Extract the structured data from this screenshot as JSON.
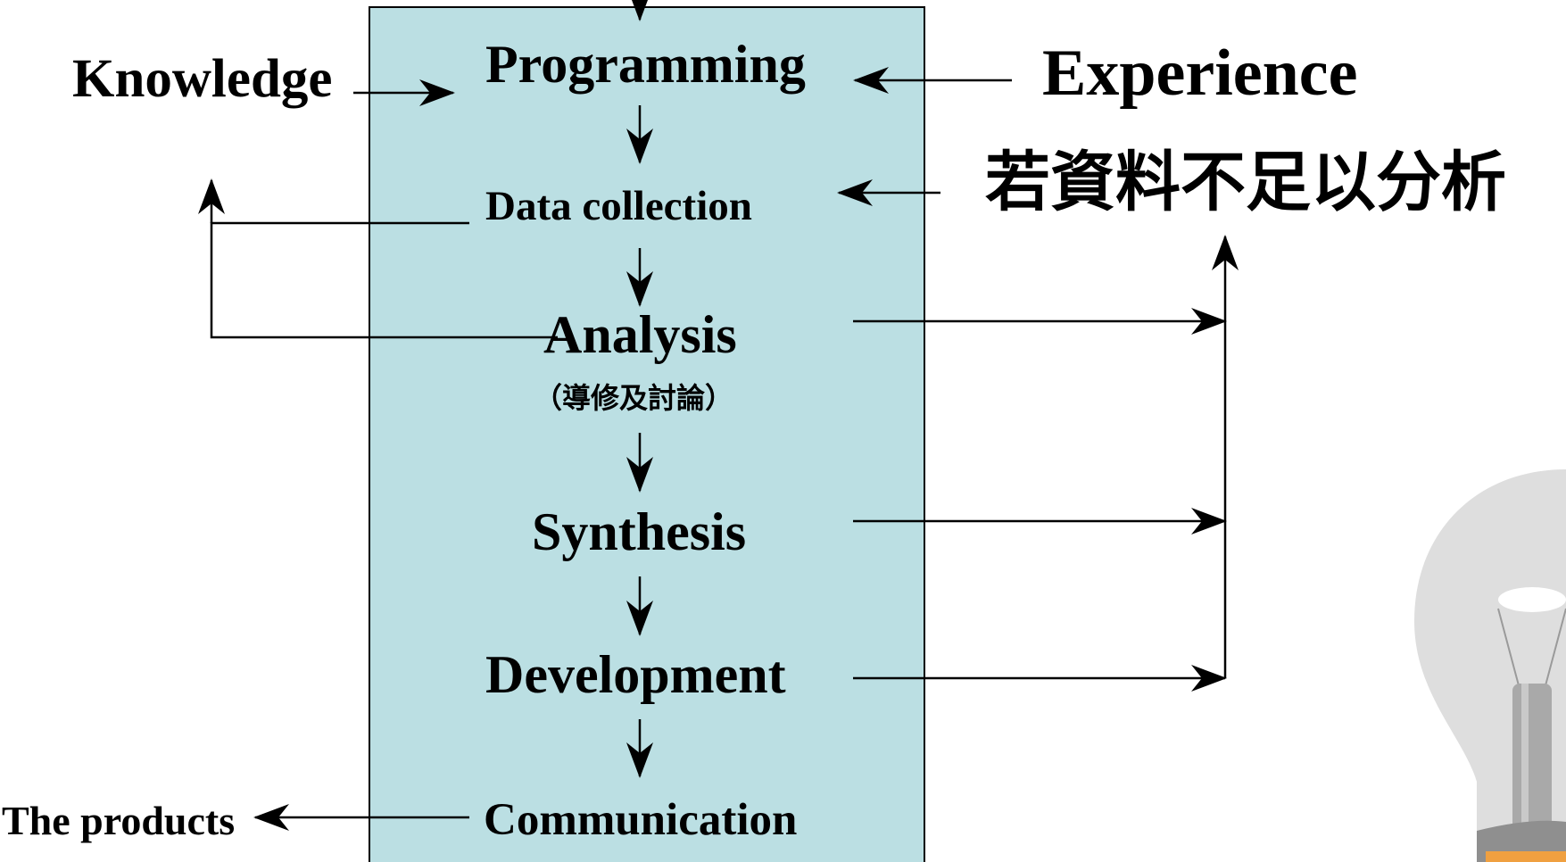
{
  "inputs": {
    "knowledge": "Knowledge",
    "experience": "Experience",
    "insufficient_data_note": "若資料不足以分析"
  },
  "process": {
    "programming": "Programming",
    "data_collection": "Data collection",
    "analysis": "Analysis",
    "analysis_note": "（導修及討論）",
    "synthesis": "Synthesis",
    "development": "Development",
    "communication": "Communication"
  },
  "outputs": {
    "products": "The products"
  },
  "colors": {
    "process_box": "#bbdfe3",
    "line": "#000000"
  },
  "decoration": {
    "icon": "lightbulb-icon"
  }
}
